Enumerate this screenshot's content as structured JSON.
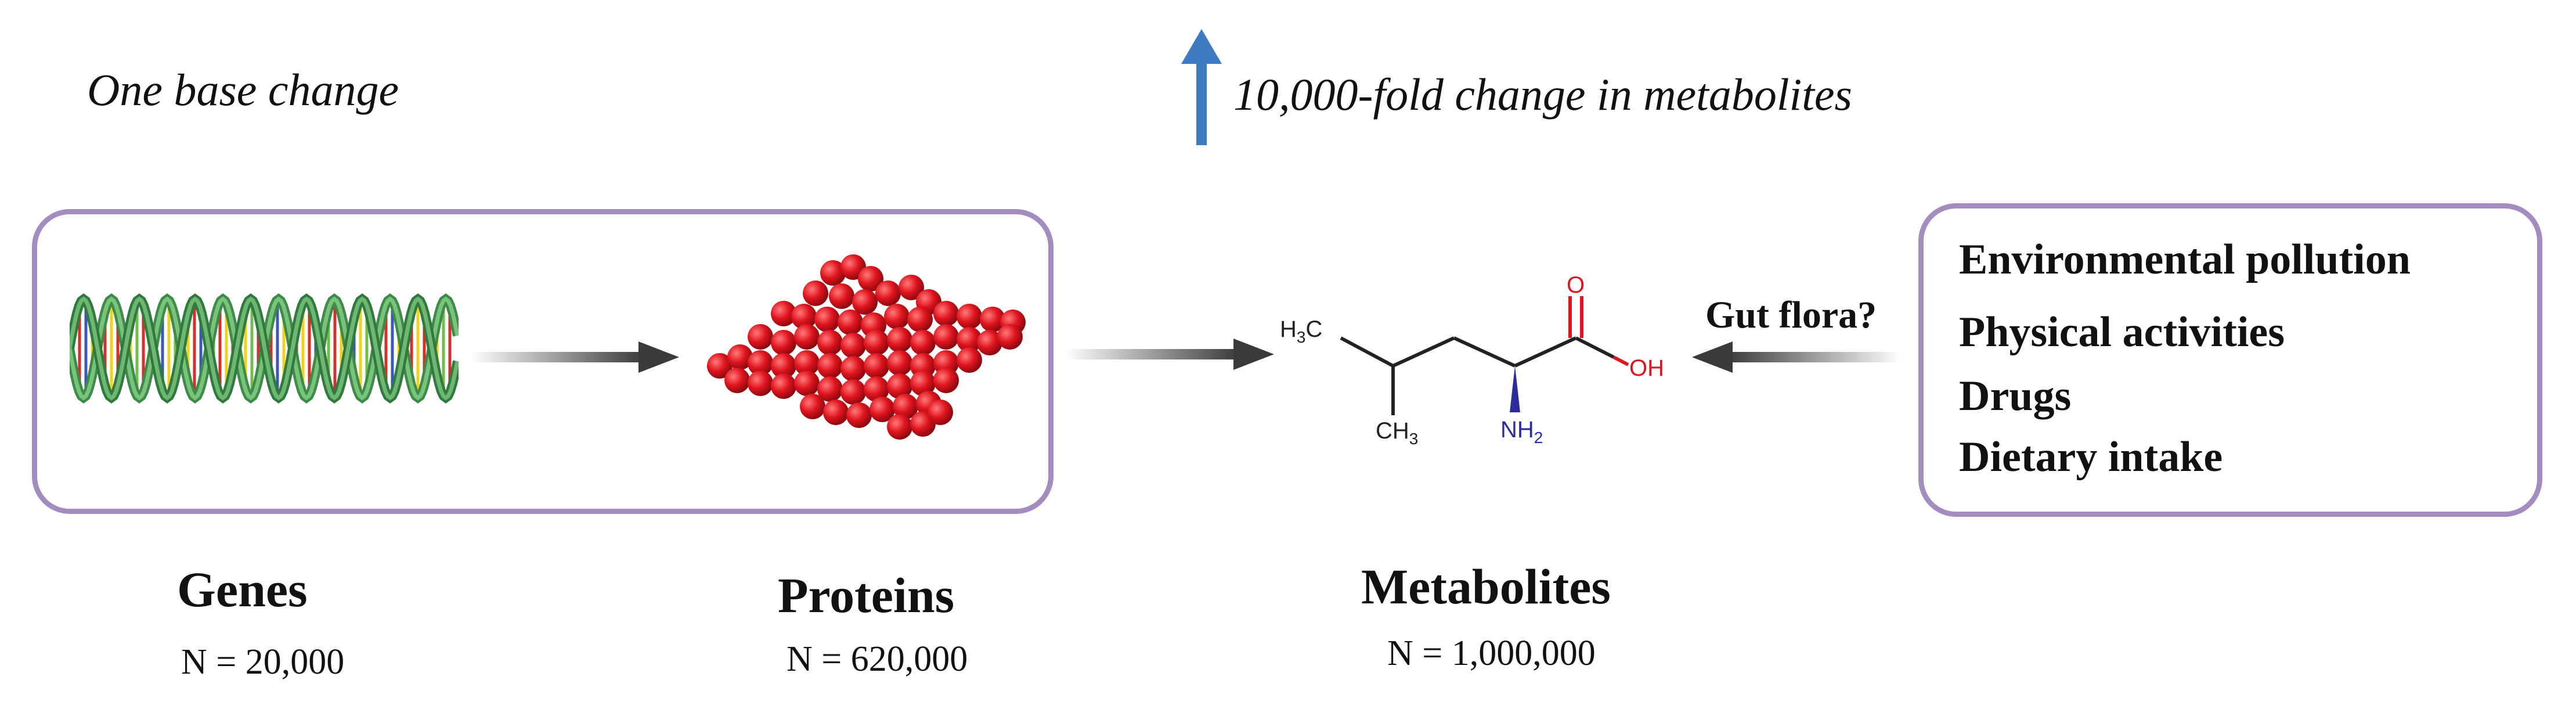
{
  "top_labels": {
    "one_base_change": "One base change",
    "fold_change": "10,000-fold change in metabolites"
  },
  "entities": [
    {
      "name": "Genes",
      "count": "N = 20,000"
    },
    {
      "name": "Proteins",
      "count": "N = 620,000"
    },
    {
      "name": "Metabolites",
      "count": "N = 1,000,000"
    }
  ],
  "molecule": {
    "h3c": "H3C",
    "ch3": "CH3",
    "o": "O",
    "oh": "OH",
    "nh2": "NH2"
  },
  "gut_flora": "Gut flora?",
  "factors": [
    "Environmental pollution",
    "Physical activities",
    "Drugs",
    "Dietary intake"
  ],
  "colors": {
    "box_border": "#a58cc0",
    "up_arrow": "#3e7bc2",
    "protein": "#e0141e",
    "dna_green": "#5aa85e",
    "atom_o": "#e0141e",
    "atom_n": "#2c2c9e"
  },
  "icons": [
    "dna-helix-icon",
    "protein-cluster-icon",
    "leucine-structure-icon",
    "up-arrow-icon"
  ]
}
